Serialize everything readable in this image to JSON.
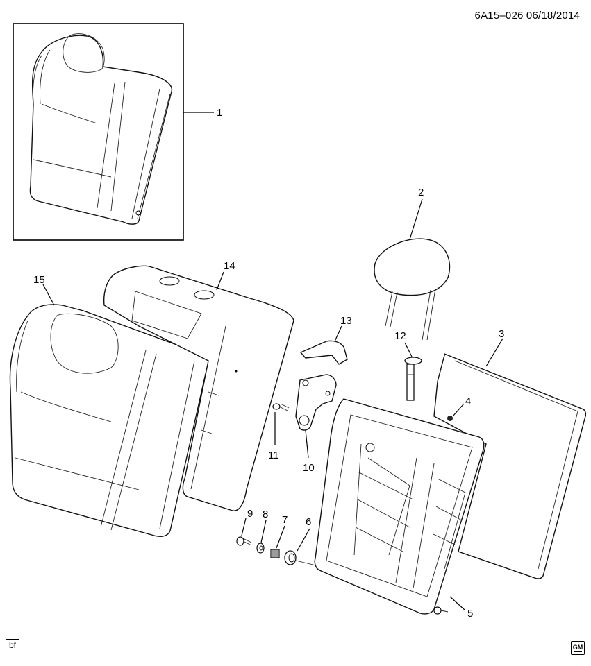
{
  "diagram": {
    "reference": "6A15–026  06/18/2014",
    "code_box": "bf",
    "logo_text": "GM",
    "callouts": [
      "1",
      "2",
      "3",
      "4",
      "5",
      "6",
      "7",
      "8",
      "9",
      "10",
      "11",
      "12",
      "13",
      "14",
      "15"
    ]
  }
}
